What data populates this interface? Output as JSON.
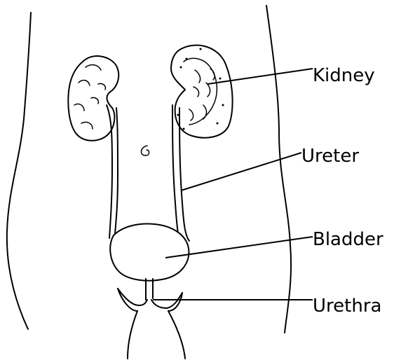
{
  "labels": {
    "kidney": "Kidney",
    "ureter": "Ureter",
    "bladder": "Bladder",
    "urethra": "Urethra"
  }
}
